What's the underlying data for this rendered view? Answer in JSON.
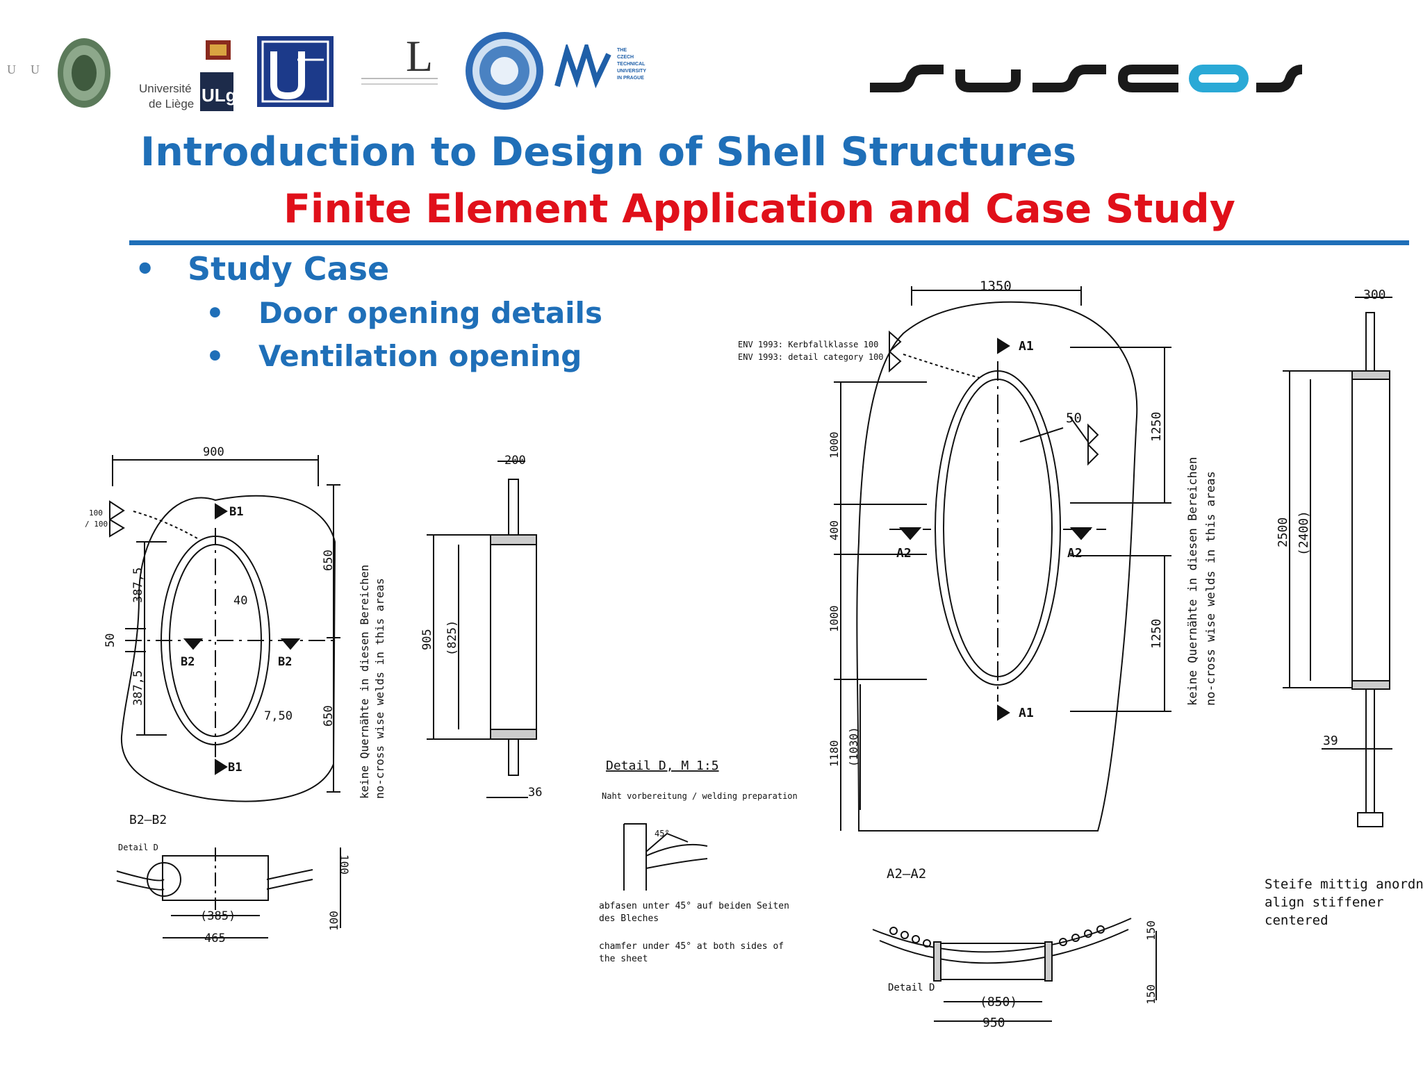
{
  "header": {
    "partner_letters": [
      "U",
      "U",
      "L"
    ],
    "liege_name": [
      "Université",
      "de Liège"
    ],
    "liege_mark": "ULg",
    "prague_name": [
      "THE",
      "CZECH",
      "TECHNICAL",
      "UNIVERSITY",
      "IN PRAGUE"
    ],
    "brand": "suscos",
    "brand_colors": {
      "dark": "#1a1a1a",
      "accent": "#2aa9d6"
    }
  },
  "slide": {
    "title": "Introduction to Design of Shell Structures",
    "subtitle": "Finite Element Application and Case Study",
    "bullet": "Study Case",
    "sub_bullets": [
      "Door opening details",
      "Ventilation opening"
    ],
    "colors": {
      "title": "#1f6fb8",
      "subtitle": "#e0101a",
      "rule": "#1f6fb8"
    }
  },
  "drawing_small": {
    "dim_width": "900",
    "detail_class": [
      "100",
      "/ 100"
    ],
    "section_b1": "B1",
    "section_b2": "B2",
    "dim_upper": "650",
    "dim_lower": "650",
    "dim_387_top": "387,5",
    "dim_387_bottom": "387,5",
    "dim_gap": "50",
    "ring_width": "40",
    "weld": "7,50",
    "note_de": "keine Quernähte in diesen Bereichen",
    "note_en": "no-cross wise welds in this areas",
    "ring_section": {
      "dim_top": "200",
      "dim_total": "905",
      "dim_inner": "(825)",
      "dim_thickness": "36"
    },
    "section_b2b2": {
      "title": "B2–B2",
      "detail": "Detail D",
      "dim_inner": "(385)",
      "dim_outer": "465",
      "dim_top": "100",
      "dim_bottom": "100"
    }
  },
  "detail_d": {
    "title": "Detail D, M 1:5",
    "prep": "Naht vorbereitung / welding preparation",
    "angle": "45°",
    "note_de": "abfasen unter 45° auf beiden Seiten des Bleches",
    "note_en": "chamfer under 45° at both sides of the sheet"
  },
  "drawing_large": {
    "dim_width": "1350",
    "spec_de": "ENV 1993: Kerbfallklasse 100",
    "spec_en": "ENV 1993: detail category 100",
    "section_a1": "A1",
    "section_a2": "A2",
    "dim_ring": "50",
    "dim_upper": "1250",
    "dim_lower": "1250",
    "dim_left_top": "1000",
    "dim_left_mid": "400",
    "dim_left_low": "1000",
    "dim_base": "1180",
    "dim_base_inner": "(1030)",
    "note_de": "keine Quernähte in diesen Bereichen",
    "note_en": "no-cross wise welds in this areas",
    "section_a2a2": {
      "title": "A2–A2",
      "detail": "Detail D",
      "dim_inner": "(850)",
      "dim_outer": "950",
      "dim_top": "150",
      "dim_bottom": "150"
    },
    "stiffener": {
      "dim_top": "300",
      "dim_total": "2500",
      "dim_inner": "(2400)",
      "dim_thickness": "39"
    },
    "stiffener_note": [
      "Steife mittig anordnen",
      "align stiffener",
      "centered"
    ]
  }
}
